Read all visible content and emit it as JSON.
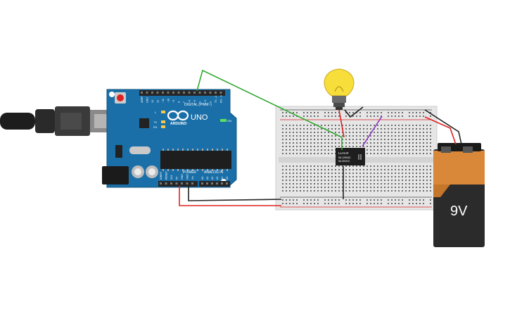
{
  "arduino": {
    "brand": "ARDUINO",
    "model": "UNO",
    "digital_header": "DIGITAL (PWM~)",
    "power_header": "POWER",
    "analog_header": "ANALOG IN",
    "digital_pins": [
      "AREF",
      "GND",
      "13",
      "12",
      "~11",
      "~10",
      "~9",
      "8",
      "7",
      "~6",
      "~5",
      "4",
      "~3",
      "2",
      "TX→1",
      "RX←0"
    ],
    "power_pins": [
      "IOREF",
      "RESET",
      "3V3",
      "5V",
      "GND",
      "GND",
      "Vin"
    ],
    "analog_pins": [
      "A0",
      "A1",
      "A2",
      "A3",
      "A4",
      "A5"
    ],
    "led_labels": [
      "L",
      "TX",
      "RX",
      "ON"
    ]
  },
  "relay": {
    "lines": [
      "LU-5-R",
      "5A 125VAC",
      "5A 30VDC"
    ]
  },
  "battery": {
    "label": "9V"
  },
  "colors": {
    "wire_green": "#33aa33",
    "wire_red": "#dd2222",
    "wire_black": "#222222",
    "wire_purple": "#8833bb",
    "board_blue": "#1a6fa8",
    "breadboard": "#e6e6e6",
    "battery_orange": "#d9883a",
    "battery_black": "#2b2b2b",
    "bulb_yellow": "#f7de3a"
  }
}
